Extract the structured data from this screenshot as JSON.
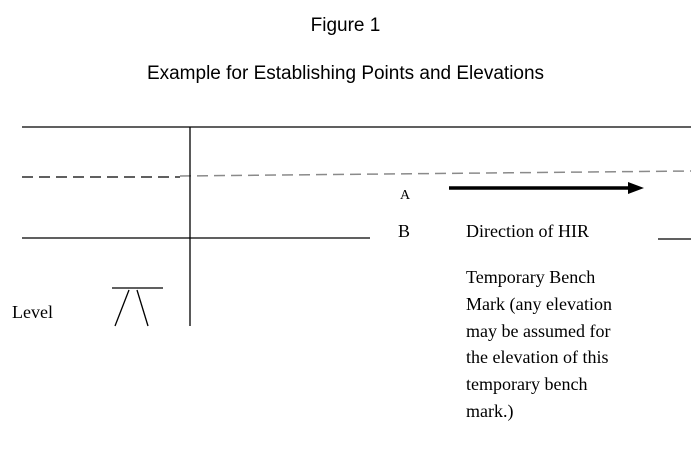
{
  "figure": {
    "title": "Figure 1",
    "subtitle": "Example for Establishing Points and Elevations"
  },
  "labels": {
    "point_a": "A",
    "point_b": "B",
    "direction": "Direction of HIR",
    "level": "Level",
    "temporary_bench_mark_lines": [
      "Temporary Bench",
      "Mark (any elevation",
      "may be assumed for",
      "the elevation of this",
      "temporary bench",
      "mark.)"
    ]
  }
}
